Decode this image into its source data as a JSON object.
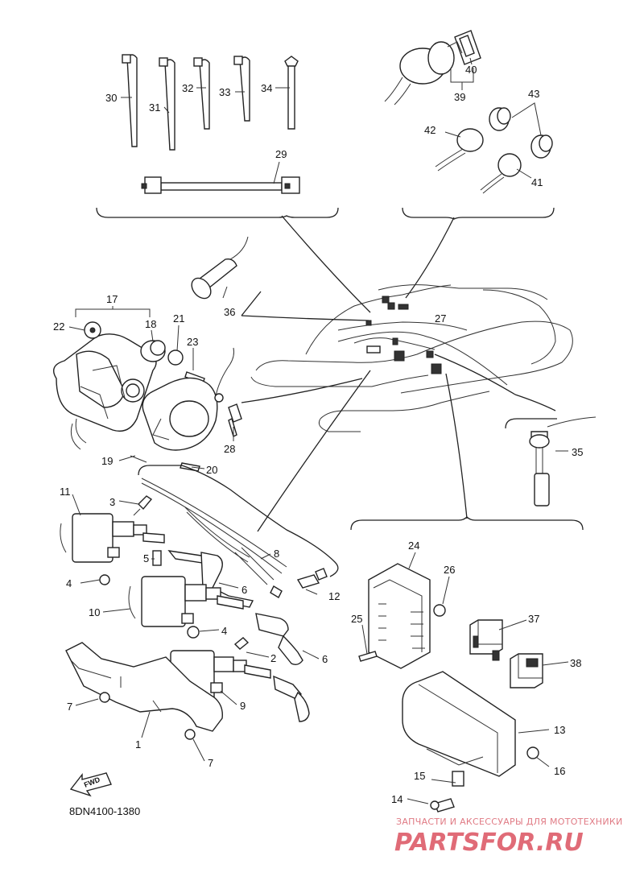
{
  "diagram": {
    "part_callouts": [
      "1",
      "2",
      "3",
      "4",
      "4",
      "5",
      "6",
      "6",
      "7",
      "7",
      "8",
      "9",
      "10",
      "11",
      "12",
      "13",
      "14",
      "15",
      "16",
      "17",
      "18",
      "19",
      "20",
      "21",
      "22",
      "23",
      "24",
      "25",
      "26",
      "27",
      "28",
      "29",
      "30",
      "31",
      "32",
      "33",
      "34",
      "35",
      "36",
      "37",
      "38",
      "39",
      "40",
      "41",
      "42",
      "43"
    ],
    "direction_label": "FWD",
    "drawing_code": "8DN4100-1380"
  },
  "watermark": {
    "tagline": "ЗАПЧАСТИ И АКСЕССУАРЫ ДЛЯ МОТОТЕХНИКИ",
    "site": "PARTSFOR.RU"
  }
}
